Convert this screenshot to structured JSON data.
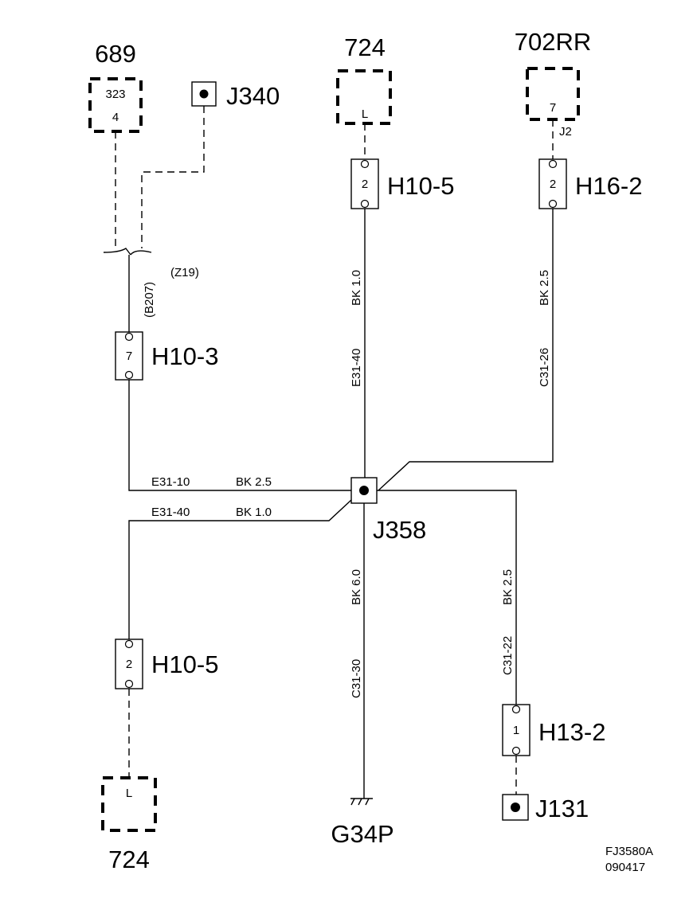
{
  "components": {
    "c689": {
      "label": "689",
      "pin_top": "323",
      "pin_bottom": "4"
    },
    "j340": {
      "label": "J340"
    },
    "c724_top": {
      "label": "724",
      "pin": "L"
    },
    "c702rr": {
      "label": "702RR",
      "pin": "7",
      "sub": "J2"
    },
    "h10_5_top": {
      "label": "H10-5",
      "pin": "2"
    },
    "h16_2": {
      "label": "H16-2",
      "pin": "2"
    },
    "splice": {
      "left": "(B207)",
      "right": "(Z19)"
    },
    "h10_3": {
      "label": "H10-3",
      "pin": "7"
    },
    "j358": {
      "label": "J358"
    },
    "h10_5_bottom": {
      "label": "H10-5",
      "pin": "2"
    },
    "h13_2": {
      "label": "H13-2",
      "pin": "1"
    },
    "j131": {
      "label": "J131"
    },
    "g34p": {
      "label": "G34P"
    },
    "c724_bottom": {
      "label": "724",
      "pin": "L"
    }
  },
  "wires": {
    "e31_40_vert": {
      "circuit": "E31-40",
      "spec": "BK  1.0"
    },
    "c31_26_vert": {
      "circuit": "C31-26",
      "spec": "BK  2.5"
    },
    "e31_10_horiz": {
      "circuit": "E31-10",
      "spec": "BK  2.5"
    },
    "e31_40_horiz": {
      "circuit": "E31-40",
      "spec": "BK  1.0"
    },
    "c31_30_vert": {
      "circuit": "C31-30",
      "spec": "BK  6.0"
    },
    "c31_22_vert": {
      "circuit": "C31-22",
      "spec": "BK  2.5"
    }
  },
  "footer": {
    "code": "FJ3580A",
    "date": "090417"
  }
}
